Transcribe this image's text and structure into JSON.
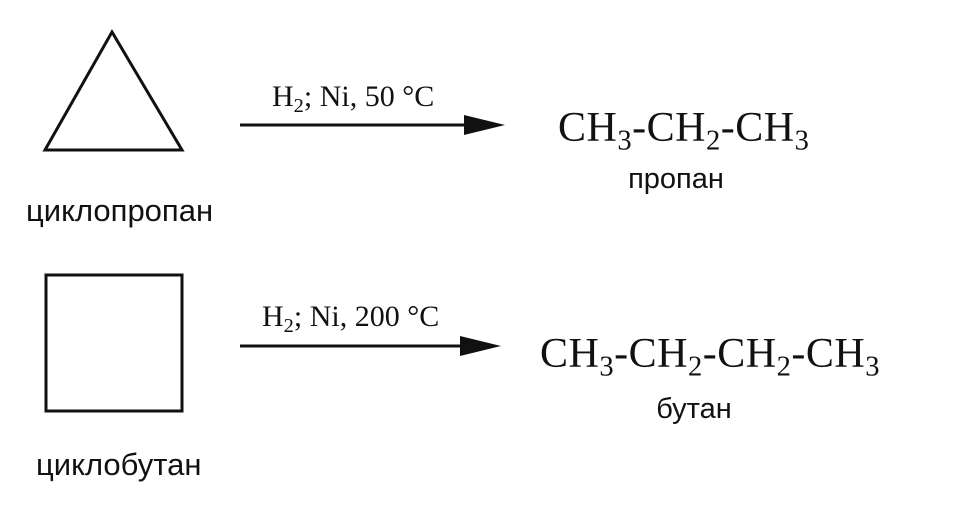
{
  "reactions": [
    {
      "reactant": "циклопропан",
      "conditions": {
        "reagent_base": "H",
        "reagent_sub": "2",
        "rest": "; Ni, 50 °C"
      },
      "product": {
        "parts": [
          {
            "t": "CH"
          },
          {
            "s": "3"
          },
          {
            "t": "-CH"
          },
          {
            "s": "2"
          },
          {
            "t": "-CH"
          },
          {
            "s": "3"
          }
        ],
        "name": "пропан"
      }
    },
    {
      "reactant": "циклобутан",
      "conditions": {
        "reagent_base": "H",
        "reagent_sub": "2",
        "rest": "; Ni, 200 °C"
      },
      "product": {
        "parts": [
          {
            "t": "CH"
          },
          {
            "s": "3"
          },
          {
            "t": "-CH"
          },
          {
            "s": "2"
          },
          {
            "t": "-CH"
          },
          {
            "s": "2"
          },
          {
            "t": "-CH"
          },
          {
            "s": "3"
          }
        ],
        "name": "бутан"
      }
    }
  ],
  "colors": {
    "ink": "#111111",
    "background": "#ffffff"
  }
}
